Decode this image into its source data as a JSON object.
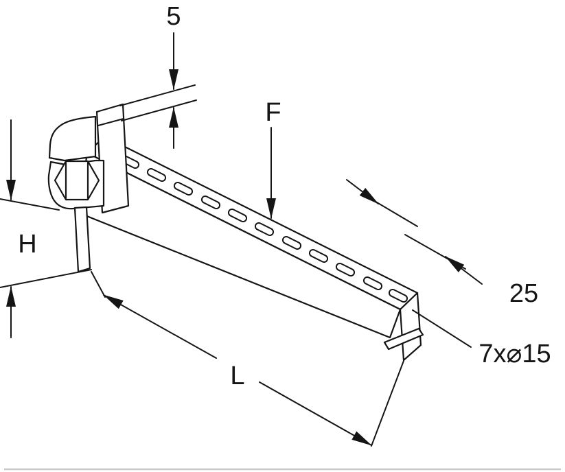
{
  "drawing": {
    "labels": {
      "plate_thickness": "5",
      "force": "F",
      "height": "H",
      "flange_width": "25",
      "slots": "7x⌀15",
      "arm_length": "L"
    },
    "colors": {
      "line": "#151515",
      "background": "#ffffff",
      "page_edge": "#c9c9c9"
    }
  }
}
